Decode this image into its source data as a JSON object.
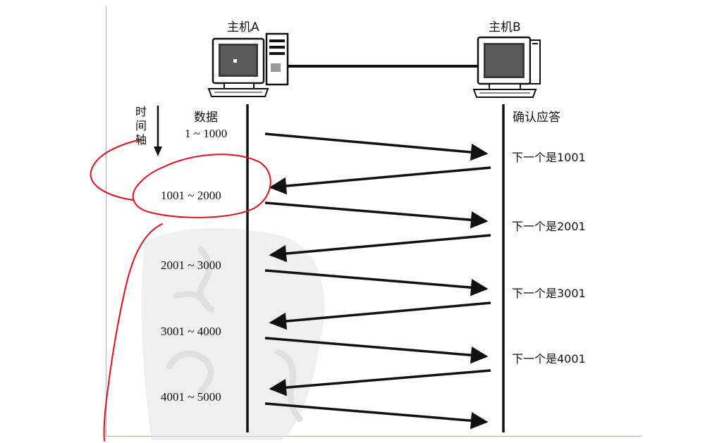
{
  "hosts": {
    "a_label": "主机A",
    "b_label": "主机B"
  },
  "axis": {
    "chars": [
      "时",
      "间",
      "轴"
    ]
  },
  "columns": {
    "data_header": "数据",
    "ack_header": "确认应答"
  },
  "segments": [
    {
      "range": "1 ~ 1000",
      "ack": "下一个是1001"
    },
    {
      "range": "1001 ~ 2000",
      "ack": "下一个是2001"
    },
    {
      "range": "2001 ~ 3000",
      "ack": "下一个是3001"
    },
    {
      "range": "3001 ~ 4000",
      "ack": "下一个是4001"
    },
    {
      "range": "4001 ~ 5000",
      "ack": null
    }
  ],
  "colors": {
    "ink": "#111111",
    "annotation": "#e0101a",
    "frame_edge": "#9fb3d9",
    "watermark": "#d9d9d9"
  }
}
